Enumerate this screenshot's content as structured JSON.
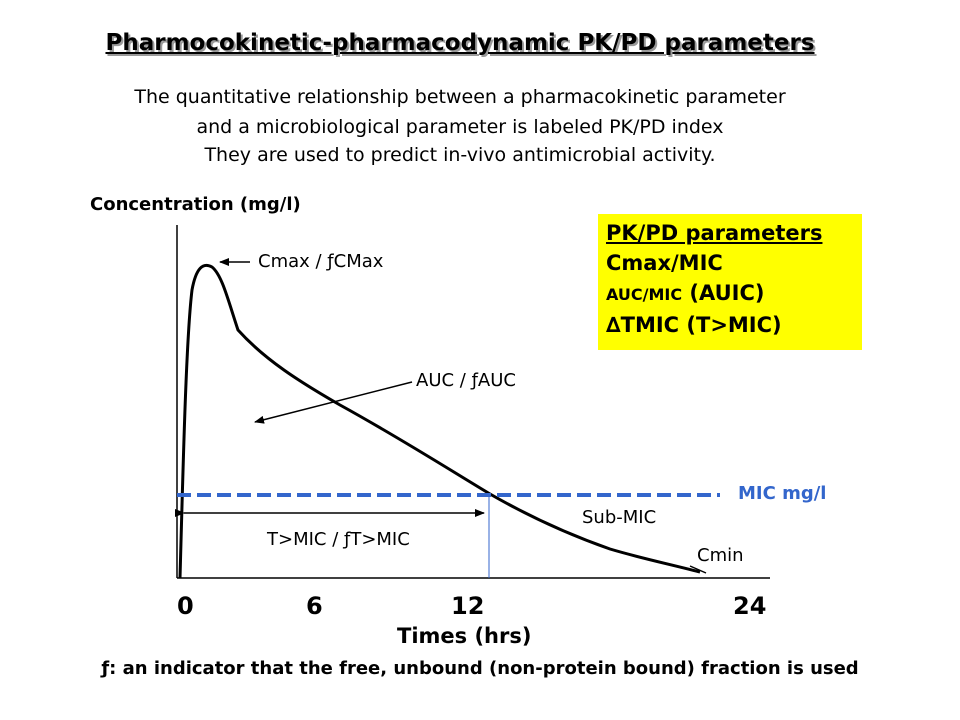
{
  "title": "Pharmocokinetic-pharmacodynamic PK/PD parameters",
  "intro": {
    "line1": "The quantitative relationship between a pharmacokinetic parameter",
    "line2": "and a microbiological parameter is labeled PK/PD index",
    "line3": "They are used to predict in-vivo antimicrobial activity."
  },
  "axis": {
    "ylabel": "Concentration (mg/l)",
    "xlabel": "Times (hrs)",
    "x_ticks": [
      "0",
      "6",
      "12",
      "24"
    ]
  },
  "labels": {
    "cmax": "Cmax / ƒCMax",
    "auc": "AUC / ƒAUC",
    "tmic": "T>MIC / ƒT>MIC",
    "submic": "Sub-MIC",
    "cmin": "Cmin",
    "mic": "MIC mg/l"
  },
  "pkpd_box": {
    "heading": "PK/PD parameters",
    "line1": "Cmax/MIC",
    "line2_small": "AUC/MIC",
    "line2_rest": " (AUIC)",
    "line3": "∆TMIC (T>MIC)"
  },
  "footnote": "ƒ: an indicator that the free, unbound (non-protein bound) fraction is used",
  "colors": {
    "mic_line": "#3366cc",
    "box_bg": "#ffff00",
    "mic_text": "#3366cc"
  }
}
